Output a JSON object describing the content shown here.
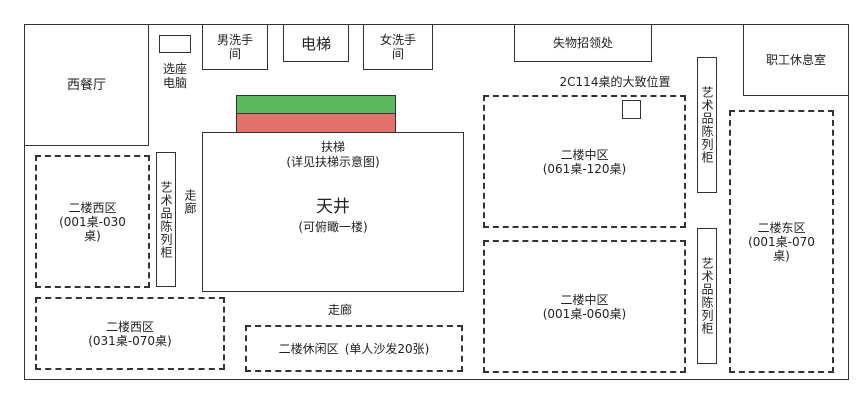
{
  "rooms": {
    "west_restaurant": "西餐厅",
    "seat_computer": "选座\n电脑",
    "mens_restroom": "男洗手\n间",
    "elevator": "电梯",
    "womens_restroom": "女洗手\n间",
    "lost_found": "失物招领处",
    "staff_lounge": "职工休息室"
  },
  "table_marker": {
    "label": "2C114桌的大致位置"
  },
  "escalator": {
    "label": "扶梯",
    "note": "(详见扶梯示意图)",
    "colors": {
      "top": "#5cb85c",
      "bottom": "#e0716b"
    }
  },
  "atrium": {
    "title": "天井",
    "subtitle": "(可俯瞰一楼)"
  },
  "corridors": {
    "vertical": "走廊",
    "horizontal": "走廊"
  },
  "art_cabinets": {
    "label": "艺术品陈列柜"
  },
  "zones": {
    "west_upper": {
      "name": "二楼西区",
      "range": "(001桌-030\n桌)"
    },
    "west_lower": {
      "name": "二楼西区",
      "range": "(031桌-070桌)"
    },
    "leisure": {
      "name": "二楼休闲区",
      "range": "(单人沙发20张)"
    },
    "central_upper": {
      "name": "二楼中区",
      "range": "(061桌-120桌)"
    },
    "central_lower": {
      "name": "二楼中区",
      "range": "(001桌-060桌)"
    },
    "east": {
      "name": "二楼东区",
      "range": "(001桌-070\n桌)"
    }
  }
}
